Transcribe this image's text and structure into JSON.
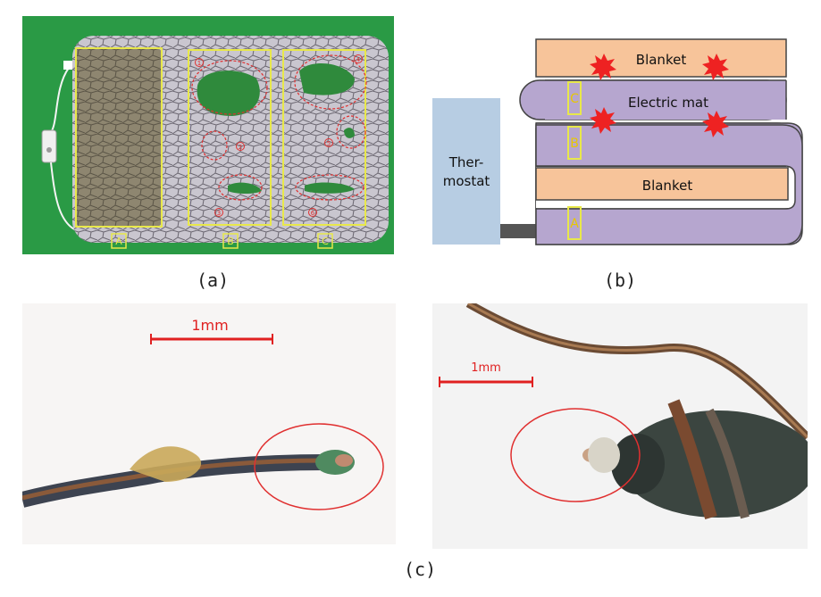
{
  "panel_a": {
    "caption": "(a)",
    "zone_labels": [
      "A",
      "B",
      "C"
    ],
    "marker_numbers": [
      "1",
      "2",
      "3",
      "4",
      "5",
      "6"
    ],
    "colors": {
      "background": "#2a9a45",
      "frame": "#e8e84a",
      "burn": "#2f8a3c",
      "circle": "#e03030"
    }
  },
  "panel_b": {
    "caption": "(b)",
    "thermostat_lines": [
      "Ther-",
      "mostat"
    ],
    "top_blanket": "Blanket",
    "electric_mat": "Electric mat",
    "bottom_blanket": "Blanket",
    "zone_labels": [
      "C",
      "B",
      "A"
    ],
    "colors": {
      "blanket": "#f7c49a",
      "mat": "#b6a6cf",
      "thermostat": "#b7cde3",
      "spark": "#ee2222",
      "zone": "#e8e84a"
    }
  },
  "panel_c": {
    "caption": "(c)",
    "left_scale": "1mm",
    "right_scale": "1mm",
    "colors": {
      "scale": "#e02020",
      "circle": "#e03030",
      "wire": "#8a5a3a"
    }
  }
}
